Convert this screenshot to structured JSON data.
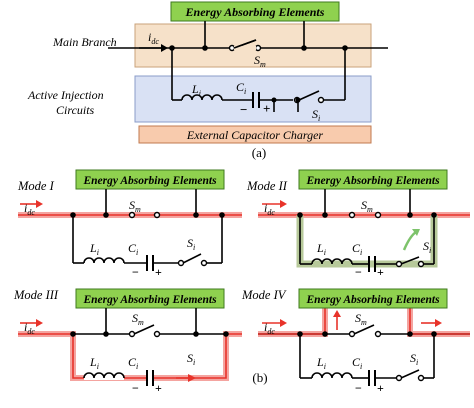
{
  "top": {
    "energy_label": "Energy Absorbing Elements",
    "main_branch_label": "Main Branch",
    "active_label_line1": "Active Injection",
    "active_label_line2": "Circuits",
    "charger_label": "External Capacitor Charger",
    "idc_main": "i",
    "idc_sub": "dc",
    "sm_main": "S",
    "sm_sub": "m",
    "li_main": "L",
    "li_sub": "i",
    "ci_main": "C",
    "ci_sub": "i",
    "si_main": "S",
    "si_sub": "i",
    "minus": "−",
    "plus": "+",
    "caption": "(a)"
  },
  "modes": [
    {
      "label": "Mode I",
      "energy_label": "Energy Absorbing Elements"
    },
    {
      "label": "Mode II",
      "energy_label": "Energy Absorbing Elements"
    },
    {
      "label": "Mode III",
      "energy_label": "Energy Absorbing Elements"
    },
    {
      "label": "Mode IV",
      "energy_label": "Energy Absorbing Elements"
    }
  ],
  "caption_b": "(b)",
  "colors": {
    "energy_fill": "#8fd14f",
    "main_branch_fill": "#f6e1c9",
    "active_fill": "#d9e1f4",
    "charger_fill": "#f8cbad",
    "current_red": "#e8332a",
    "current_glow": "#f4a4a0",
    "mode2_glow": "#b7c99a",
    "mode2_arrow": "#7dc36b"
  }
}
